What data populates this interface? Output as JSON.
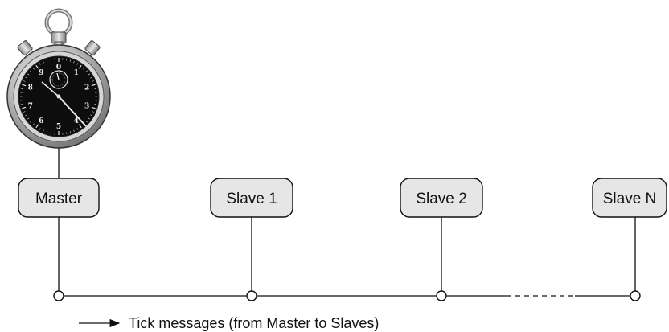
{
  "nodes": [
    {
      "id": "master",
      "label": "Master"
    },
    {
      "id": "slave-1",
      "label": "Slave 1"
    },
    {
      "id": "slave-2",
      "label": "Slave 2"
    },
    {
      "id": "slave-n",
      "label": "Slave N"
    }
  ],
  "legend": {
    "text": "Tick messages (from Master to Slaves)"
  },
  "stopwatch": {
    "icon": "stopwatch-icon",
    "dial_numbers": [
      "0",
      "1",
      "2",
      "3",
      "4",
      "5",
      "6",
      "7",
      "8",
      "9"
    ]
  },
  "colors": {
    "node_fill": "#e6e6e6",
    "node_stroke": "#111111",
    "line": "#111111",
    "dial_face": "#0d0d0d",
    "watch_case": "#b9b9b9"
  }
}
